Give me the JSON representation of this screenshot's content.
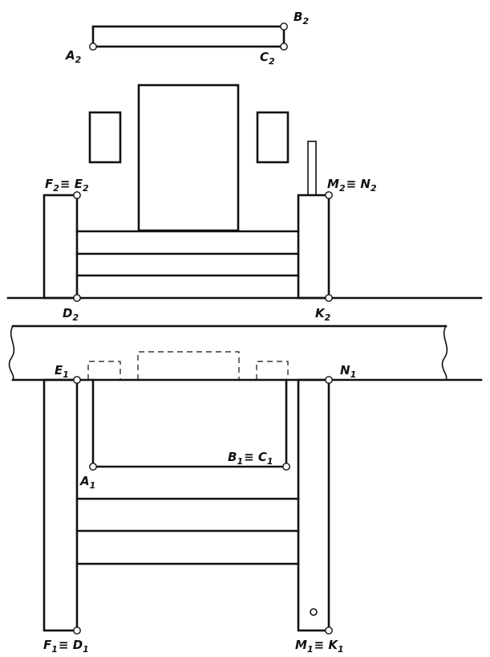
{
  "labels": {
    "A2": {
      "main": "A",
      "sub": "2",
      "suffix": ""
    },
    "B2": {
      "main": "B",
      "sub": "2",
      "suffix": ""
    },
    "C2": {
      "main": "C",
      "sub": "2",
      "suffix": ""
    },
    "F2E2": {
      "main": "F",
      "sub": "2",
      "suffix": "≡ E",
      "sub2": "2"
    },
    "M2N2": {
      "main": "M",
      "sub": "2",
      "suffix": "≡ N",
      "sub2": "2"
    },
    "D2": {
      "main": "D",
      "sub": "2",
      "suffix": ""
    },
    "K2": {
      "main": "K",
      "sub": "2",
      "suffix": ""
    },
    "E1": {
      "main": "E",
      "sub": "1",
      "suffix": ""
    },
    "N1": {
      "main": "N",
      "sub": "1",
      "suffix": ""
    },
    "B1C1": {
      "main": "B",
      "sub": "1",
      "suffix": "≡ C",
      "sub2": "1"
    },
    "A1": {
      "main": "A",
      "sub": "1",
      "suffix": ""
    },
    "F1D1": {
      "main": "F",
      "sub": "1",
      "suffix": "≡ D",
      "sub2": "1"
    },
    "M1K1": {
      "main": "M",
      "sub": "1",
      "suffix": "≡ K",
      "sub2": "1"
    }
  }
}
